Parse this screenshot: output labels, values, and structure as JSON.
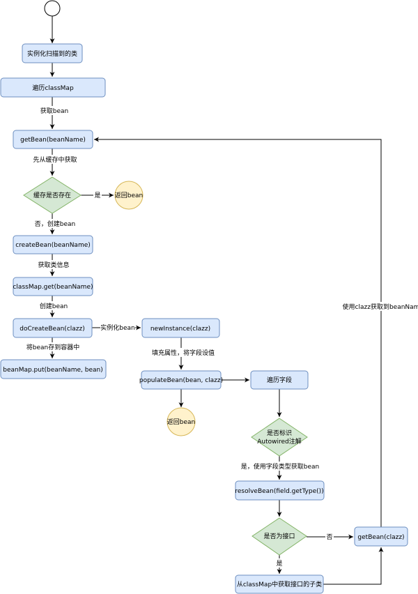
{
  "nodes": {
    "instantiate_scanned": "实例化扫描到的类",
    "iterate_classmap": "遍历classMap",
    "get_bean": "getBean(beanName)",
    "cache_exists": "缓存是否存在",
    "return_bean_cache": "返回bean",
    "create_bean": "createBean(beanName)",
    "classmap_get": "classMap.get(beanName)",
    "do_create_bean": "doCreateBean(clazz)",
    "new_instance": "newInstance(clazz)",
    "beanmap_put": "beanMap.put(beanName, bean)",
    "populate_bean": "populateBean(bean, clazz)",
    "return_bean_populate": "返回bean",
    "iterate_fields": "遍历字段",
    "is_autowired_line1": "是否标识",
    "is_autowired_line2": "Autowired注解",
    "resolve_bean": "resolveBean(field.getType())",
    "is_interface": "是否为接口",
    "get_bean_clazz": "getBean(clazz)",
    "get_subclass": "从classMap中获取接口的子类"
  },
  "edge_labels": {
    "get_bean": "获取bean",
    "from_cache": "先从缓存中获取",
    "yes_cache": "是",
    "no_create": "否，创建bean",
    "get_class_info": "获取类信息",
    "create_bean": "创建bean",
    "instantiate_bean": "实例化bean",
    "store_in_container": "将bean存到容器中",
    "fill_props": "填充属性，将字段设值",
    "yes_by_type": "是，使用字段类型获取bean",
    "no_interface": "否",
    "yes_interface": "是",
    "use_clazz": "使用clazz获取到beanNam"
  },
  "colors": {
    "process_fill": "#dae8fc",
    "process_stroke": "#6c8ebf",
    "decision_fill": "#d5e8d4",
    "decision_stroke": "#82b366",
    "terminal_fill": "#fff2cc",
    "terminal_stroke": "#d6b656"
  }
}
